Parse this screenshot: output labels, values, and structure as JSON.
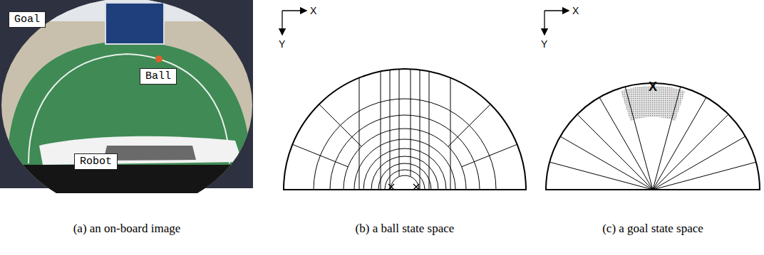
{
  "diagram": {
    "nodes": [
      {
        "text": [
          "Goal"
        ]
      },
      {
        "text": [
          "Ball"
        ]
      },
      {
        "text": [
          "Robot"
        ]
      }
    ],
    "labels": [
      "X",
      "Y",
      "X",
      "Y",
      "X",
      "(a) an on-board image",
      "(b) a ball state space",
      "(c) a goal state space"
    ]
  }
}
